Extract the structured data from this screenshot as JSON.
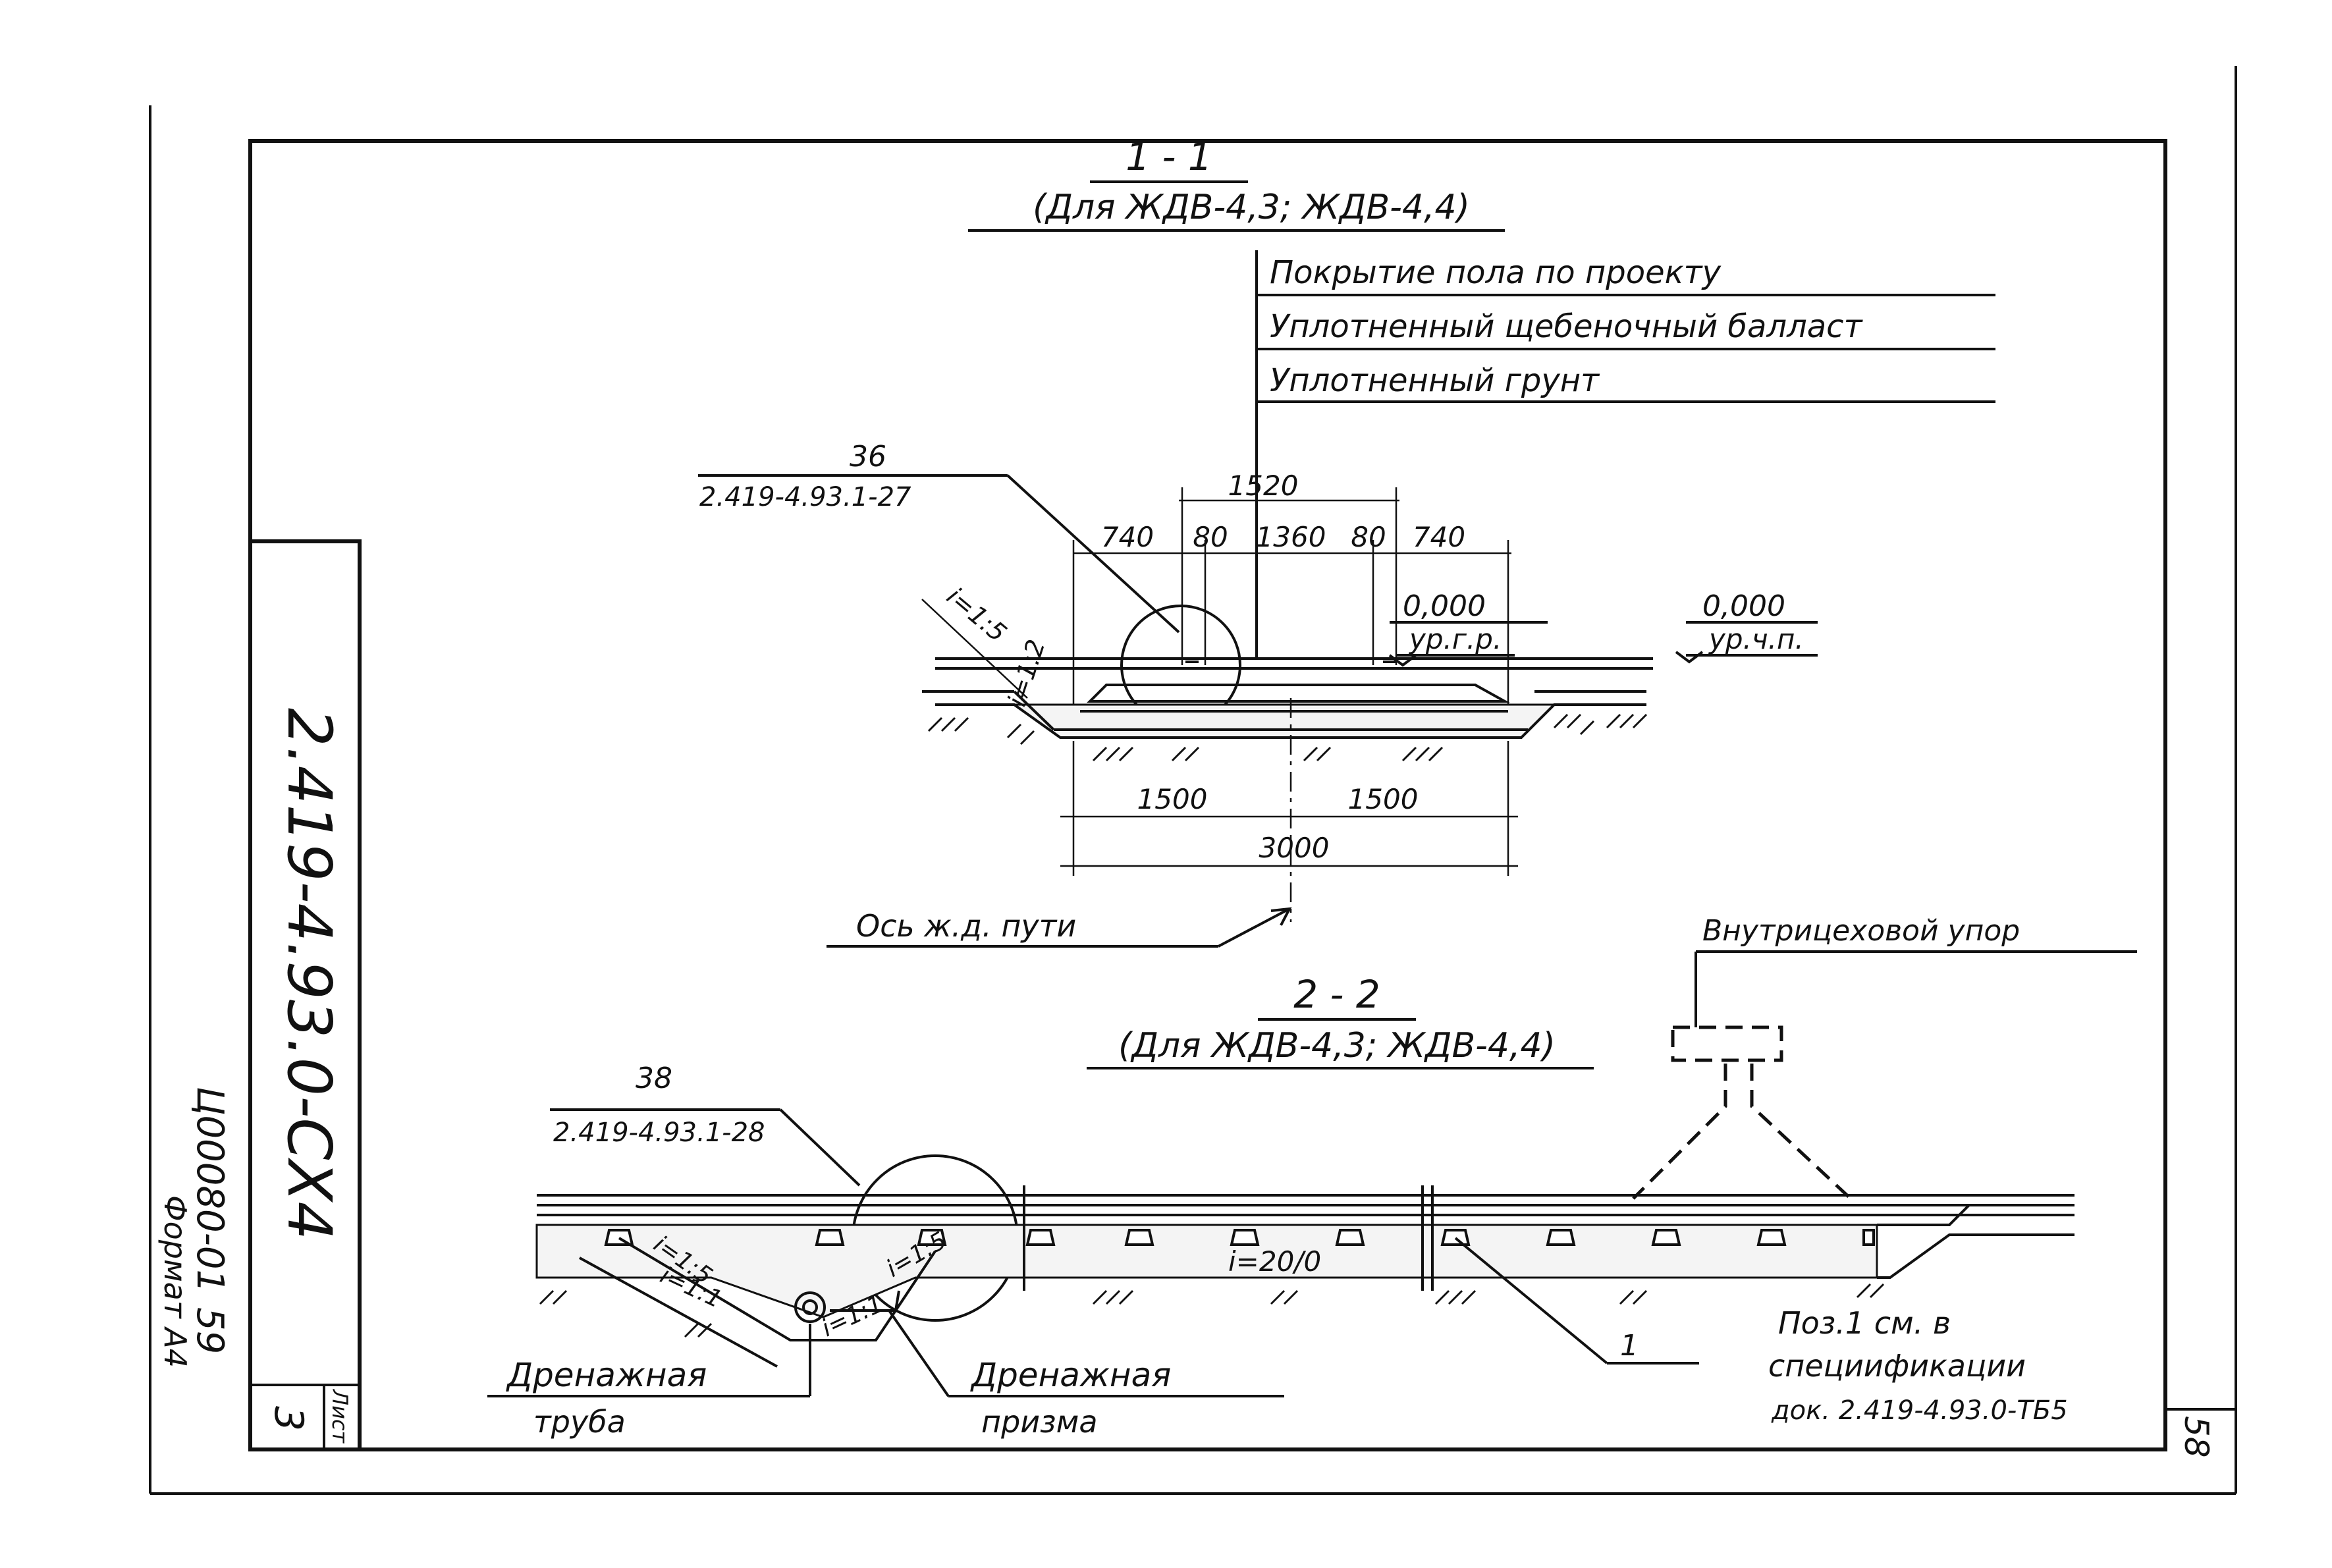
{
  "sheet": {
    "designation": "2.419-4.93.0-CX4",
    "inventory": "Ц00080-01",
    "inventory_number": "59",
    "format": "Формат А4",
    "sheet_number": "3",
    "sheet_label": "Лист",
    "page_number": "58"
  },
  "section_1": {
    "title": "1 - 1",
    "subtitle": "(Для ЖДВ-4,3; ЖДВ-4,4)",
    "layers": [
      "Покрытие пола по проекту",
      "Уплотненный щебеночный балласт",
      "Уплотненный грунт"
    ],
    "callout_number": "36",
    "callout_ref": "2.419-4.93.1-27",
    "dims_top": [
      "1520",
      "740",
      "80",
      "1360",
      "80",
      "740"
    ],
    "dims_bottom": [
      "1500",
      "1500",
      "3000"
    ],
    "slope_a": "i=1:5",
    "slope_b": "i=1:2",
    "level_left_value": "0,000",
    "level_left_label": "ур.г.р.",
    "level_right_value": "0,000",
    "level_right_label": "ур.ч.п.",
    "axis_label": "Ось ж.д. пути"
  },
  "section_2": {
    "title": "2 - 2",
    "subtitle": "(Для ЖДВ-4,3; ЖДВ-4,4)",
    "callout_number": "38",
    "callout_ref": "2.419-4.93.1-28",
    "stop_label": "Внутрицеховой упор",
    "slope_a": "i=1:5",
    "slope_b": "i=1:1",
    "slope_c": "i=1:5",
    "slope_d": "i=1:1",
    "slope_e": "i=20/0",
    "drain_pipe": [
      "Дренажная",
      "труба"
    ],
    "drain_prism": [
      "Дренажная",
      "призма"
    ],
    "position_number": "1",
    "note": [
      "Поз.1 см. в",
      "специификации",
      "док. 2.419-4.93.0-ТБ5"
    ]
  }
}
